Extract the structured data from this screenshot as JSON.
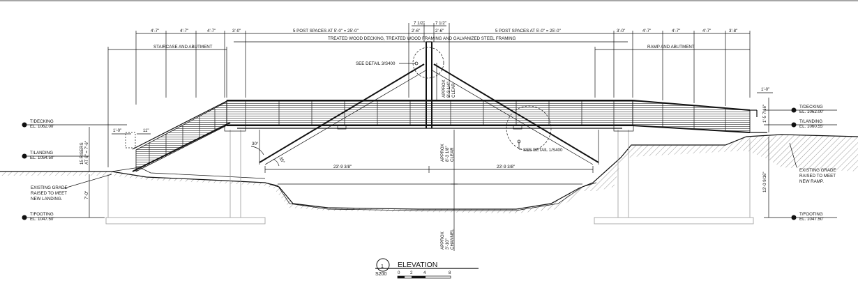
{
  "title": {
    "number": "1",
    "sheet": "S200",
    "name": "ELEVATION",
    "scale_ticks": [
      "0",
      "2",
      "4",
      "8"
    ]
  },
  "top_dims": {
    "left_posts": [
      "4'-7\"",
      "4'-7\"",
      "4'-7\"",
      "3'-0\""
    ],
    "left_span": "5 POST SPACES AT 5'-0\" = 25'-0\"",
    "center_top_left": "7 1/2\"",
    "center_top_right": "7 1/2\"",
    "center_left": "2'-6\"",
    "center_right": "2'-6\"",
    "right_span": "5 POST SPACES AT 5'-0\" = 25'-0\"",
    "right_posts": [
      "3'-0\"",
      "4'-7\"",
      "4'-7\"",
      "4'-7\"",
      "3'-8\""
    ],
    "decking_note": "TREATED WOOD DECKING, TREATED WOOD FRAMING AND GALVANIZED STEEL FRAMING",
    "left_group": "STAIRCASE AND ABUTMENT",
    "right_group": "RAMP AND ABUTMENT"
  },
  "details": {
    "top": "SEE DETAIL 3/S400",
    "bottom": "SEE DETAIL 1/S400"
  },
  "clearances": {
    "upper": [
      "APPROX",
      "8'-3 1/4\"",
      "CLEAR"
    ],
    "lower": [
      "APPROX",
      "8'-3 1/8\"",
      "CLEAR"
    ],
    "channel": [
      "APPROX",
      "3'-10\"",
      "CHANNEL"
    ]
  },
  "spans": {
    "left": "23'-9 3/8\"",
    "right": "23'-9 3/8\""
  },
  "angles": {
    "a1": "30°",
    "a2": "35°"
  },
  "left_side": {
    "decking": {
      "label": "T/DECKING",
      "el": "EL. 1062.00'"
    },
    "landing": {
      "label": "T/LANDING",
      "el": "EL. 1054.50'"
    },
    "footing": {
      "label": "T/FOOTING",
      "el": "EL. 1047.50'"
    },
    "risers": [
      "15 RISERS",
      "AT 6\" = 7'-6\""
    ],
    "dim_1_0": "1'-0\"",
    "dim_11": "11\"",
    "dim_7_0": "7'-0\"",
    "grade_note": [
      "EXISTING GRADE",
      "RAISED TO MEET",
      "NEW LANDING."
    ]
  },
  "right_side": {
    "decking": {
      "label": "T/DECKING",
      "el": "EL. 1062.00'"
    },
    "landing": {
      "label": "T/LANDING",
      "el": "EL. 1060.55'"
    },
    "footing": {
      "label": "T/FOOTING",
      "el": "EL. 1047.50'"
    },
    "dim_1_0": "1'-0\"",
    "dim_1_5": "1'-5 7/16\"",
    "dim_13": "13'-0 9/16\"",
    "grade_note": [
      "EXISTING GRADE",
      "RAISED TO MEET",
      "NEW RAMP."
    ]
  }
}
